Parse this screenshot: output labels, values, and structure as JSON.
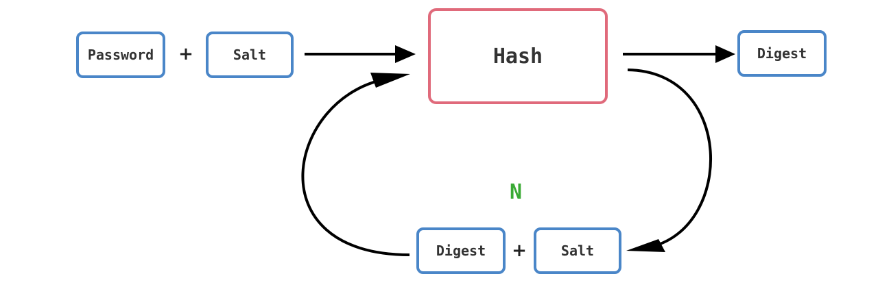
{
  "diagram": {
    "top_row": {
      "password_label": "Password",
      "plus_label": "+",
      "salt_label": "Salt",
      "hash_label": "Hash",
      "digest_label": "Digest"
    },
    "loop": {
      "iterations_label": "N",
      "digest_label": "Digest",
      "plus_label": "+",
      "salt_label": "Salt"
    },
    "colors": {
      "input_border": "#4a86c8",
      "hash_border": "#e06a7b",
      "iterations_text": "#3aaa35",
      "arrow": "#000000"
    }
  }
}
